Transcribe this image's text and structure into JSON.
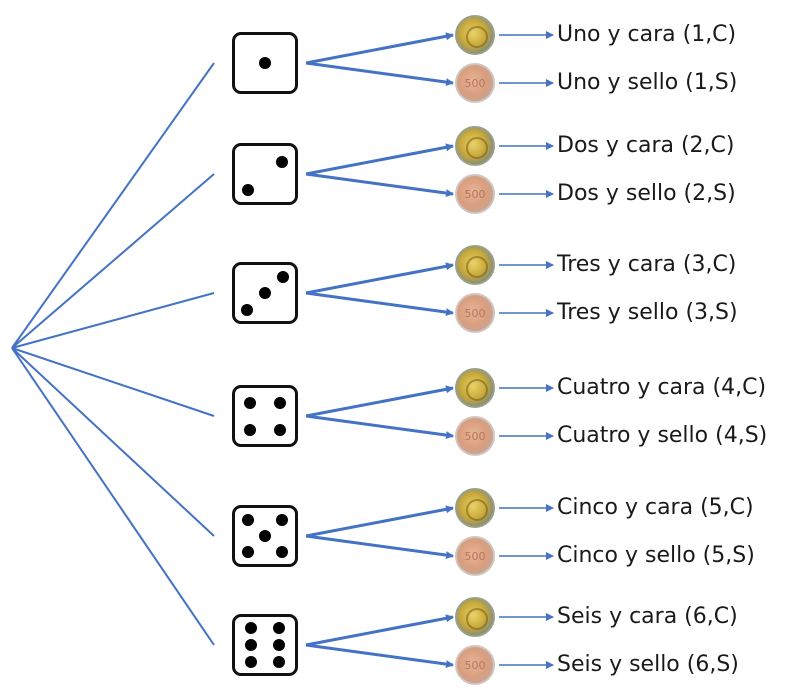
{
  "branches": [
    {
      "die_value": 1,
      "heads_label": "Uno y cara (1,C)",
      "tails_label": "Uno y sello (1,S)"
    },
    {
      "die_value": 2,
      "heads_label": "Dos y cara (2,C)",
      "tails_label": "Dos y sello (2,S)"
    },
    {
      "die_value": 3,
      "heads_label": "Tres y cara (3,C)",
      "tails_label": "Tres y sello (3,S)"
    },
    {
      "die_value": 4,
      "heads_label": "Cuatro y cara (4,C)",
      "tails_label": "Cuatro y sello (4,S)"
    },
    {
      "die_value": 5,
      "heads_label": "Cinco y cara (5,C)",
      "tails_label": "Cinco y sello (5,S)"
    },
    {
      "die_value": 6,
      "heads_label": "Seis y cara (6,C)",
      "tails_label": "Seis y sello (6,S)"
    }
  ],
  "coin_tails_number": "500",
  "colors": {
    "branch_line": "#4472c4",
    "die_border": "#111111",
    "pip": "#000000"
  },
  "icons": {
    "heads": "coin-heads-icon",
    "tails": "coin-tails-icon",
    "die": "die-face-icon"
  }
}
